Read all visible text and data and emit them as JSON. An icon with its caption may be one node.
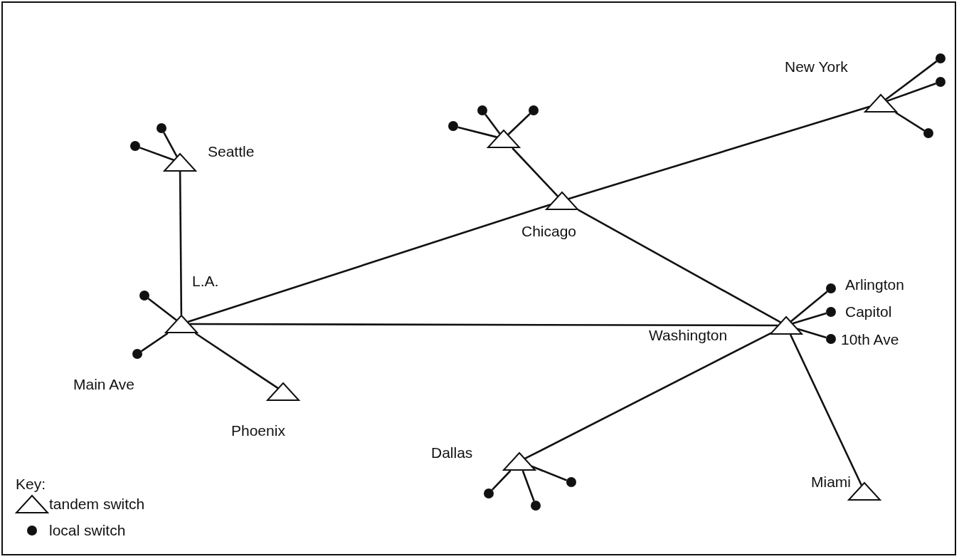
{
  "diagram": {
    "nodes": [
      {
        "text": [],
        "shape": "triangle",
        "beside": [
          "New York"
        ]
      },
      {
        "text": [],
        "shape": "circle"
      },
      {
        "text": [],
        "shape": "circle"
      },
      {
        "text": [],
        "shape": "circle"
      },
      {
        "text": [],
        "shape": "triangle"
      },
      {
        "text": [],
        "shape": "circle"
      },
      {
        "text": [],
        "shape": "circle"
      },
      {
        "text": [],
        "shape": "circle"
      },
      {
        "text": [],
        "shape": "triangle",
        "beside": [
          "Seattle"
        ]
      },
      {
        "text": [],
        "shape": "circle"
      },
      {
        "text": [],
        "shape": "circle"
      },
      {
        "text": [],
        "shape": "triangle",
        "beside": [
          "Chicago"
        ]
      },
      {
        "text": [],
        "shape": "triangle",
        "beside": [
          "L.A."
        ]
      },
      {
        "text": [],
        "shape": "circle"
      },
      {
        "text": [],
        "shape": "circle",
        "beside": [
          "Main Ave"
        ]
      },
      {
        "text": [],
        "shape": "triangle",
        "beside": [
          "Phoenix"
        ]
      },
      {
        "text": [],
        "shape": "triangle",
        "beside": [
          "Washington"
        ]
      },
      {
        "text": [],
        "shape": "circle",
        "beside": [
          "Arlington"
        ]
      },
      {
        "text": [],
        "shape": "circle",
        "beside": [
          "Capitol"
        ]
      },
      {
        "text": [],
        "shape": "circle",
        "beside": [
          "10th Ave"
        ]
      },
      {
        "text": [],
        "shape": "triangle",
        "beside": [
          "Dallas"
        ]
      },
      {
        "text": [],
        "shape": "circle"
      },
      {
        "text": [],
        "shape": "circle"
      },
      {
        "text": [],
        "shape": "circle"
      },
      {
        "text": [],
        "shape": "triangle",
        "beside": [
          "Miami"
        ]
      }
    ],
    "edges": [
      {
        "from": 0,
        "to": 1,
        "arrow": "none"
      },
      {
        "from": 0,
        "to": 2,
        "arrow": "none"
      },
      {
        "from": 0,
        "to": 3,
        "arrow": "none"
      },
      {
        "from": 4,
        "to": 5,
        "arrow": "none"
      },
      {
        "from": 4,
        "to": 6,
        "arrow": "none"
      },
      {
        "from": 4,
        "to": 7,
        "arrow": "none"
      },
      {
        "from": 4,
        "to": 11,
        "arrow": "none"
      },
      {
        "from": 8,
        "to": 9,
        "arrow": "none"
      },
      {
        "from": 8,
        "to": 10,
        "arrow": "none"
      },
      {
        "from": 8,
        "to": 12,
        "arrow": "none"
      },
      {
        "from": 12,
        "to": 11,
        "arrow": "none"
      },
      {
        "from": 11,
        "to": 0,
        "arrow": "none"
      },
      {
        "from": 11,
        "to": 16,
        "arrow": "none"
      },
      {
        "from": 12,
        "to": 16,
        "arrow": "none"
      },
      {
        "from": 12,
        "to": 13,
        "arrow": "none"
      },
      {
        "from": 12,
        "to": 14,
        "arrow": "none"
      },
      {
        "from": 12,
        "to": 15,
        "arrow": "none"
      },
      {
        "from": 16,
        "to": 17,
        "arrow": "none"
      },
      {
        "from": 16,
        "to": 18,
        "arrow": "none"
      },
      {
        "from": 16,
        "to": 19,
        "arrow": "none"
      },
      {
        "from": 16,
        "to": 20,
        "arrow": "none"
      },
      {
        "from": 16,
        "to": 24,
        "arrow": "none"
      },
      {
        "from": 20,
        "to": 21,
        "arrow": "none"
      },
      {
        "from": 20,
        "to": 22,
        "arrow": "none"
      },
      {
        "from": 20,
        "to": 23,
        "arrow": "none"
      }
    ],
    "labels": [
      "Key:"
    ],
    "legend": [
      {
        "text": "tandem switch"
      },
      {
        "text": "local switch"
      }
    ]
  }
}
